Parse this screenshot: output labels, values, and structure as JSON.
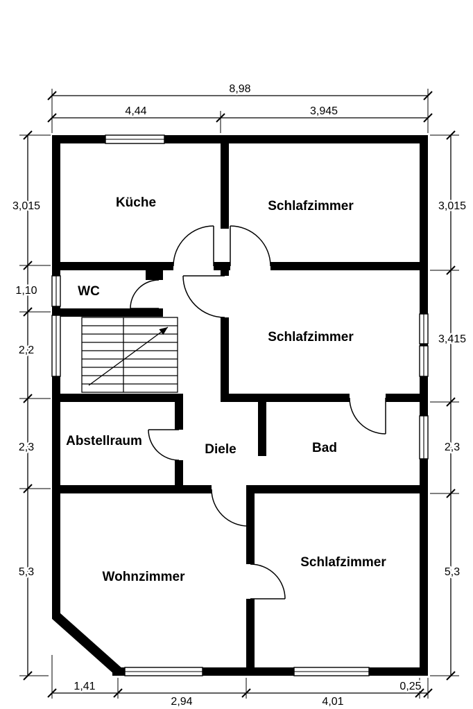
{
  "plan": {
    "rooms": [
      {
        "name": "kueche",
        "label": "Küche"
      },
      {
        "name": "schlafzimmer-1",
        "label": "Schlafzimmer"
      },
      {
        "name": "wc",
        "label": "WC"
      },
      {
        "name": "schlafzimmer-2",
        "label": "Schlafzimmer"
      },
      {
        "name": "abstellraum",
        "label": "Abstellraum"
      },
      {
        "name": "diele",
        "label": "Diele"
      },
      {
        "name": "bad",
        "label": "Bad"
      },
      {
        "name": "wohnzimmer",
        "label": "Wohnzimmer"
      },
      {
        "name": "schlafzimmer-3",
        "label": "Schlafzimmer"
      }
    ],
    "dimensions": {
      "top_total": "8,98",
      "top_left": "4,44",
      "top_right": "3,945",
      "left": [
        "3,015",
        "1,10",
        "2,2",
        "2,3",
        "5,3"
      ],
      "right": [
        "3,015",
        "3,415",
        "2,3",
        "5,3"
      ],
      "bottom": [
        "1,41",
        "2,94",
        "4,01",
        "0,25"
      ]
    },
    "colors": {
      "wall": "#000000",
      "background": "#ffffff"
    }
  }
}
